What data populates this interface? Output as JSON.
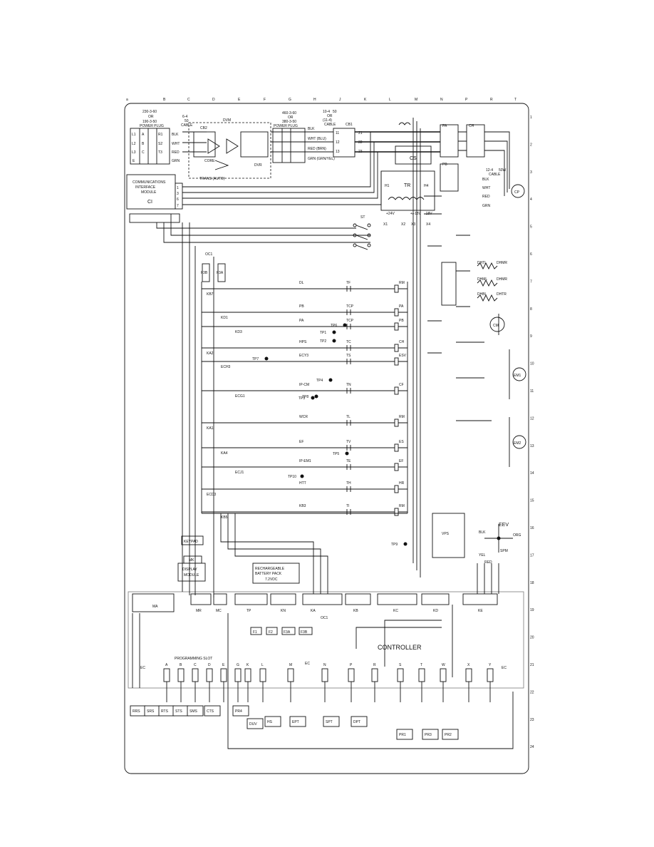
{
  "columns": [
    "a",
    "B",
    "C",
    "D",
    "E",
    "F",
    "G",
    "H",
    "J",
    "K",
    "L",
    "M",
    "N",
    "P",
    "R",
    "T"
  ],
  "rows": [
    "1",
    "2",
    "3",
    "4",
    "5",
    "6",
    "7",
    "8",
    "9",
    "10",
    "11",
    "12",
    "13",
    "14",
    "15",
    "16",
    "17",
    "18",
    "19",
    "20",
    "21",
    "22",
    "23",
    "24"
  ],
  "power_plug_left": {
    "spec1": "230-3-60",
    "spec2": "OR",
    "spec3": "190-3-50",
    "label": "POWER PLUG",
    "pins": [
      "L1",
      "L2",
      "L3",
      "E"
    ],
    "pins2": [
      "A",
      "B",
      "C",
      "GRN"
    ],
    "pins3": [
      "R1",
      "S2",
      "T3"
    ],
    "wires": [
      "BLK",
      "WHT",
      "RED",
      "GRN"
    ]
  },
  "cable_left": {
    "size": "6-4",
    "amp": "50",
    "label": "CABLE"
  },
  "dvm_label": "DVM",
  "dvr_label": "DVR",
  "cb2_label": "CB2",
  "core_label": "CORE",
  "trans_label": "TRANS (AUTO)",
  "power_plug_right": {
    "spec1": "460-3-60",
    "spec2": "OR",
    "spec3": "380-3-50",
    "label": "POWER PLUG",
    "wires": [
      "BLK",
      "WHT (BLU)",
      "RED (BRN)",
      "GRN (GRN/YEL)"
    ]
  },
  "cable_right": {
    "size": "10-4",
    "amp": "50",
    "or": "OR",
    "alt": "(11-4)",
    "label": "CABLE"
  },
  "cb1_label": "CB1",
  "cb1_terms": [
    "11",
    "12",
    "13",
    "21",
    "22",
    "23"
  ],
  "cs_label": "CS",
  "tr_label": "TR",
  "tr_taps": [
    "H1",
    "H4"
  ],
  "tr_secondary": [
    "+24V",
    "+/-18V",
    "-18V",
    "X1",
    "X2",
    "X3",
    "X4"
  ],
  "contactors_top": [
    "PA",
    "CH",
    "PB",
    "L1",
    "L2",
    "L3",
    "T1",
    "T2",
    "T3"
  ],
  "cp_cable": {
    "size": "12-4",
    "amp": "50W",
    "label": "CABLE",
    "wires": [
      "BLK",
      "WHT",
      "RED",
      "GRN"
    ]
  },
  "cp_label": "CP",
  "cm_label": "CM",
  "em1_label": "EM1",
  "em2_label": "EM2",
  "heaters": [
    "DHTL",
    "DHMR",
    "DHML",
    "DHMR",
    "DHBL",
    "DHTR"
  ],
  "cim": {
    "title": "COMMUNICATIONS",
    "title2": "INTERFACE",
    "title3": "MODULE",
    "code": "CI",
    "terms": [
      "1",
      "3",
      "6",
      "7"
    ]
  },
  "st_label": "ST",
  "oc1_label": "OC1",
  "fuses": [
    "F3B",
    "F3A"
  ],
  "ladder": [
    {
      "id": "TF",
      "left": "KB7",
      "coil": "RM",
      "tag": "DL"
    },
    {
      "id": "TCP",
      "left": "KD1",
      "coil": "PA",
      "tag": "PB"
    },
    {
      "id": "TCP",
      "left": "KD3",
      "coil": "PB",
      "tag": "PA"
    },
    {
      "id": "TC",
      "left": "KA2",
      "coil": "CH",
      "tag": "HPS"
    },
    {
      "id": "TS",
      "left": "ECH3",
      "coil": "ESV",
      "tag": "ECY3"
    },
    {
      "id": "TN",
      "left": "ECG1",
      "coil": "CF",
      "tag": "IP-CM"
    },
    {
      "id": "TL",
      "left": "KA1",
      "coil": "RM",
      "tag": "WCR"
    },
    {
      "id": "TV",
      "left": "KA4",
      "coil": "ES",
      "tag": "EF"
    },
    {
      "id": "TE",
      "left": "ECJ1",
      "coil": "EF",
      "tag": "IP-EM1"
    },
    {
      "id": "TH",
      "left": "ECD3",
      "coil": "HR",
      "tag": "HTT"
    },
    {
      "id": "TI",
      "left": "KB5",
      "coil": "RM",
      "tag": "KB3"
    }
  ],
  "test_points": [
    "TP1",
    "TP2",
    "TP3",
    "TP4",
    "TP5",
    "TP6",
    "TP7",
    "TP8",
    "TP9",
    "TP10"
  ],
  "keypad": "KEYPAD",
  "mk": "MK",
  "display": {
    "line1": "DISPLAY",
    "line2": "MODULE"
  },
  "battery": {
    "line1": "RECHARGEABLE",
    "line2": "BATTERY PACK",
    "line3": "7.2VDC"
  },
  "controller": "CONTROLLER",
  "connectors": [
    "MA",
    "MR",
    "MC",
    "TP",
    "KN",
    "KA",
    "KB",
    "KC",
    "KD",
    "KE"
  ],
  "eev": {
    "label": "EEV",
    "wires": [
      "BLK",
      "ORG",
      "YEL",
      "RED"
    ],
    "sensor": "SPM",
    "vps": "VPS"
  },
  "programming_slot": "PROGRAMMING SLOT",
  "ec_terms": [
    "A",
    "B",
    "C",
    "D",
    "E",
    "G",
    "K",
    "L",
    "M",
    "N",
    "P",
    "R",
    "S",
    "T",
    "W",
    "X",
    "Y"
  ],
  "ec_label": "EC",
  "sensors": [
    "RRS",
    "SRS",
    "RTS",
    "STS",
    "SMS",
    "CTS",
    "HS",
    "EPT",
    "SPT",
    "DPT",
    "PR1",
    "PR2",
    "PR3",
    "PR4",
    "DUV"
  ],
  "fuse_block": [
    "F1",
    "F2",
    "F3A",
    "F3B"
  ],
  "oc1_bottom": "OC1"
}
